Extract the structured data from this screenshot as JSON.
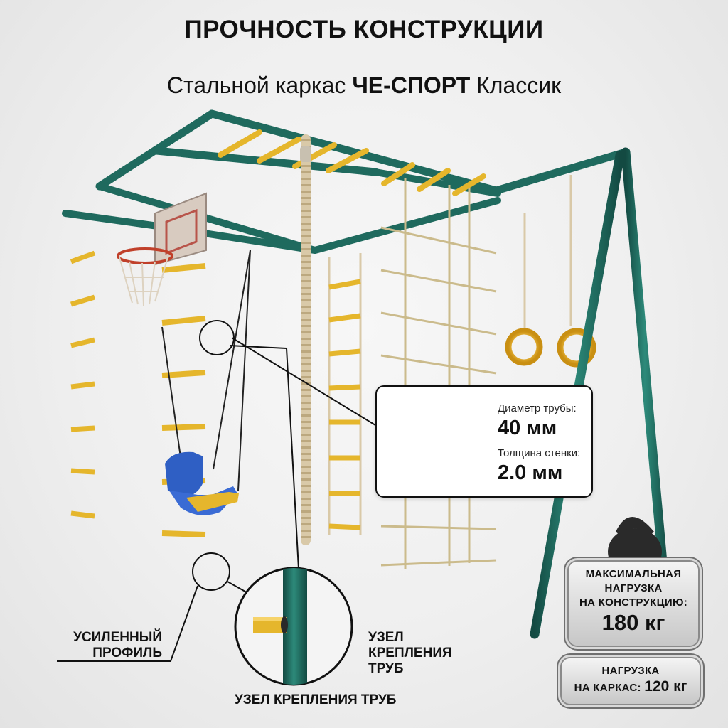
{
  "header": {
    "title": "ПРОЧНОСТЬ КОНСТРУКЦИИ",
    "subtitle_prefix": "Стальной каркас",
    "subtitle_brand": "ЧЕ-СПОРТ",
    "subtitle_suffix": "Классик"
  },
  "pipe_spec": {
    "diameter_label": "Диаметр трубы:",
    "diameter_value": "40 мм",
    "wall_label": "Толщина стенки:",
    "wall_value": "2.0 мм"
  },
  "callouts": {
    "profile_line1": "УСИЛЕННЫЙ",
    "profile_line2": "ПРОФИЛЬ",
    "joint_line1": "УЗЕЛ",
    "joint_line2": "КРЕПЛЕНИЯ",
    "joint_line3": "ТРУБ",
    "joint_caption": "УЗЕЛ КРЕПЛЕНИЯ ТРУБ"
  },
  "max_load": {
    "line1": "МАКСИМАЛЬНАЯ",
    "line2": "НАГРУЗКА",
    "line3": "НА КОНСТРУКЦИЮ:",
    "value": "180 кг"
  },
  "frame_load": {
    "line1": "НАГРУЗКА",
    "line2": "НА КАРКАС:",
    "value": "120 кг"
  },
  "colors": {
    "frame_green": "#1f6a5e",
    "rung_yellow": "#e5b62c",
    "rope_beige": "#d9c9a8",
    "seat_blue": "#2f5fc4"
  },
  "icons": [
    "kettlebell-icon"
  ]
}
